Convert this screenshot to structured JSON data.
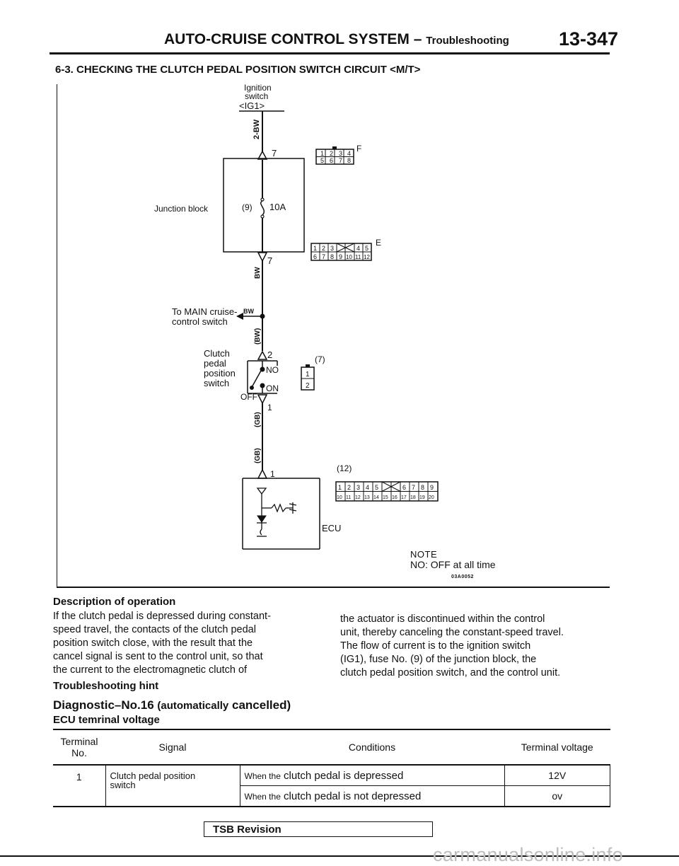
{
  "header": {
    "title_main": "AUTO-CRUISE CONTROL SYSTEM",
    "title_sep": "–",
    "title_sub": "Troubleshooting",
    "page_number": "13-347"
  },
  "section_title": "6-3. CHECKING THE CLUTCH PEDAL POSITION SWITCH CIRCUIT <M/T>",
  "diagram": {
    "ignition_line1": "Ignition",
    "ignition_line2": "switch",
    "ignition_line3": "<IG1>",
    "wire_2bw": "2-BW",
    "pin_7_top": "7",
    "junction_block": "Junction block",
    "fuse_no": "(9)",
    "fuse_rating": "10A",
    "pin_7_bottom": "7",
    "wire_bw": "BW",
    "to_main_line1": "To MAIN cruise-",
    "to_main_line2": "control switch",
    "wire_bw_branch": "BW",
    "wire_bw_paren": "(BW)",
    "clutch_line1": "Clutch",
    "clutch_line2": "pedal",
    "clutch_line3": "position",
    "clutch_line4": "switch",
    "pin_2": "2",
    "no_label": "NO",
    "on_label": "ON",
    "off_label": "OFF",
    "pin_1_sw": "1",
    "wire_gb_1": "(GB)",
    "wire_gb_2": "(GB)",
    "pin_1_ecu": "1",
    "ecu_label": "ECU",
    "conn_f_label": "F",
    "conn_f_row1": [
      "1",
      "2",
      "3",
      "4"
    ],
    "conn_f_row2": [
      "5",
      "6",
      "7",
      "8"
    ],
    "conn_e_label": "E",
    "conn_e_row1": [
      "1",
      "2",
      "3",
      "4",
      "5"
    ],
    "conn_e_row2": [
      "6",
      "7",
      "8",
      "9",
      "10",
      "11",
      "12"
    ],
    "conn_7_label": "(7)",
    "conn_7_pins": [
      "1",
      "2"
    ],
    "conn_12_label": "(12)",
    "conn_12_row1": [
      "1",
      "2",
      "3",
      "4",
      "5",
      "6",
      "7",
      "8",
      "9"
    ],
    "conn_12_row2": [
      "10",
      "11",
      "12",
      "13",
      "14",
      "15",
      "16",
      "17",
      "18",
      "19",
      "20"
    ]
  },
  "note": {
    "heading": "NOTE",
    "text": "NO: OFF at all time",
    "figure_code": "03A0052"
  },
  "description": {
    "heading": "Description of operation",
    "left_lines": [
      "If the clutch pedal is depressed during constant-",
      "speed travel, the contacts of the clutch pedal",
      "position switch close, with the result that the",
      "cancel signal is sent to the control unit, so that",
      "the current to the electromagnetic clutch of"
    ],
    "right_lines": [
      "the actuator is discontinued within the control",
      "unit, thereby canceling the constant-speed travel.",
      "The flow of current is to the ignition switch",
      "(IG1), fuse No. (9) of the junction block, the",
      "clutch pedal position switch, and the control unit."
    ]
  },
  "troubleshooting_hint": "Troubleshooting hint",
  "diagnostic": {
    "label": "Diagnostic–No.16",
    "note": "(automatically",
    "note2": "cancelled)"
  },
  "ecu_voltage_heading": "ECU temrinal voltage",
  "table": {
    "headers": {
      "terminal_line1": "Terminal",
      "terminal_line2": "No.",
      "signal": "Signal",
      "conditions": "Conditions",
      "voltage": "Terminal voltage"
    },
    "row": {
      "terminal": "1",
      "signal_line1": "Clutch pedal position",
      "signal_line2": "switch",
      "cond1_prefix": "When the",
      "cond1_text": "clutch pedal is depressed",
      "v1": "12V",
      "cond2_prefix": "When the",
      "cond2_text": "clutch pedal is not depressed",
      "v2": "ov"
    }
  },
  "tsb_revision": "TSB Revision",
  "watermark": "carmanualsonline.info"
}
